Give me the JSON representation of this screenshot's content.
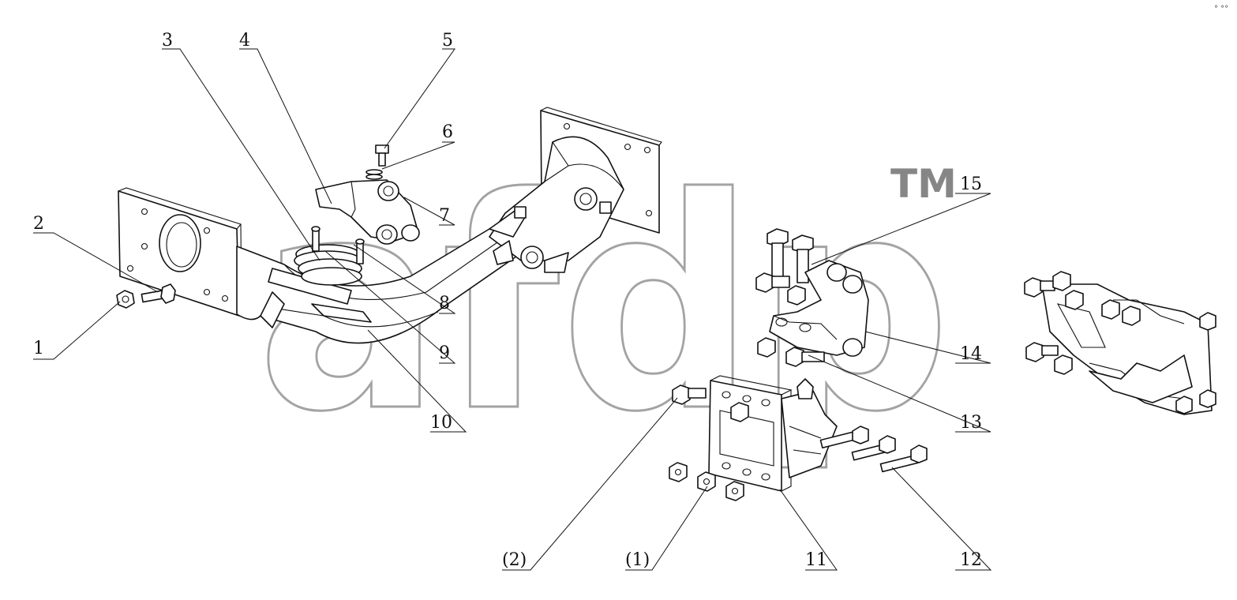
{
  "watermark": {
    "logo_text": "afdp",
    "trademark": "TM"
  },
  "callouts": [
    {
      "id": "c1",
      "label": "1"
    },
    {
      "id": "c2",
      "label": "2"
    },
    {
      "id": "c3",
      "label": "3"
    },
    {
      "id": "c4",
      "label": "4"
    },
    {
      "id": "c5",
      "label": "5"
    },
    {
      "id": "c6",
      "label": "6"
    },
    {
      "id": "c7",
      "label": "7"
    },
    {
      "id": "c8",
      "label": "8"
    },
    {
      "id": "c9",
      "label": "9"
    },
    {
      "id": "c10",
      "label": "10"
    },
    {
      "id": "c11",
      "label": "11"
    },
    {
      "id": "c12",
      "label": "12"
    },
    {
      "id": "c13",
      "label": "13"
    },
    {
      "id": "c14",
      "label": "14"
    },
    {
      "id": "c15",
      "label": "15"
    },
    {
      "id": "r2",
      "label": "(2)"
    },
    {
      "id": "r1",
      "label": "(1)"
    }
  ]
}
